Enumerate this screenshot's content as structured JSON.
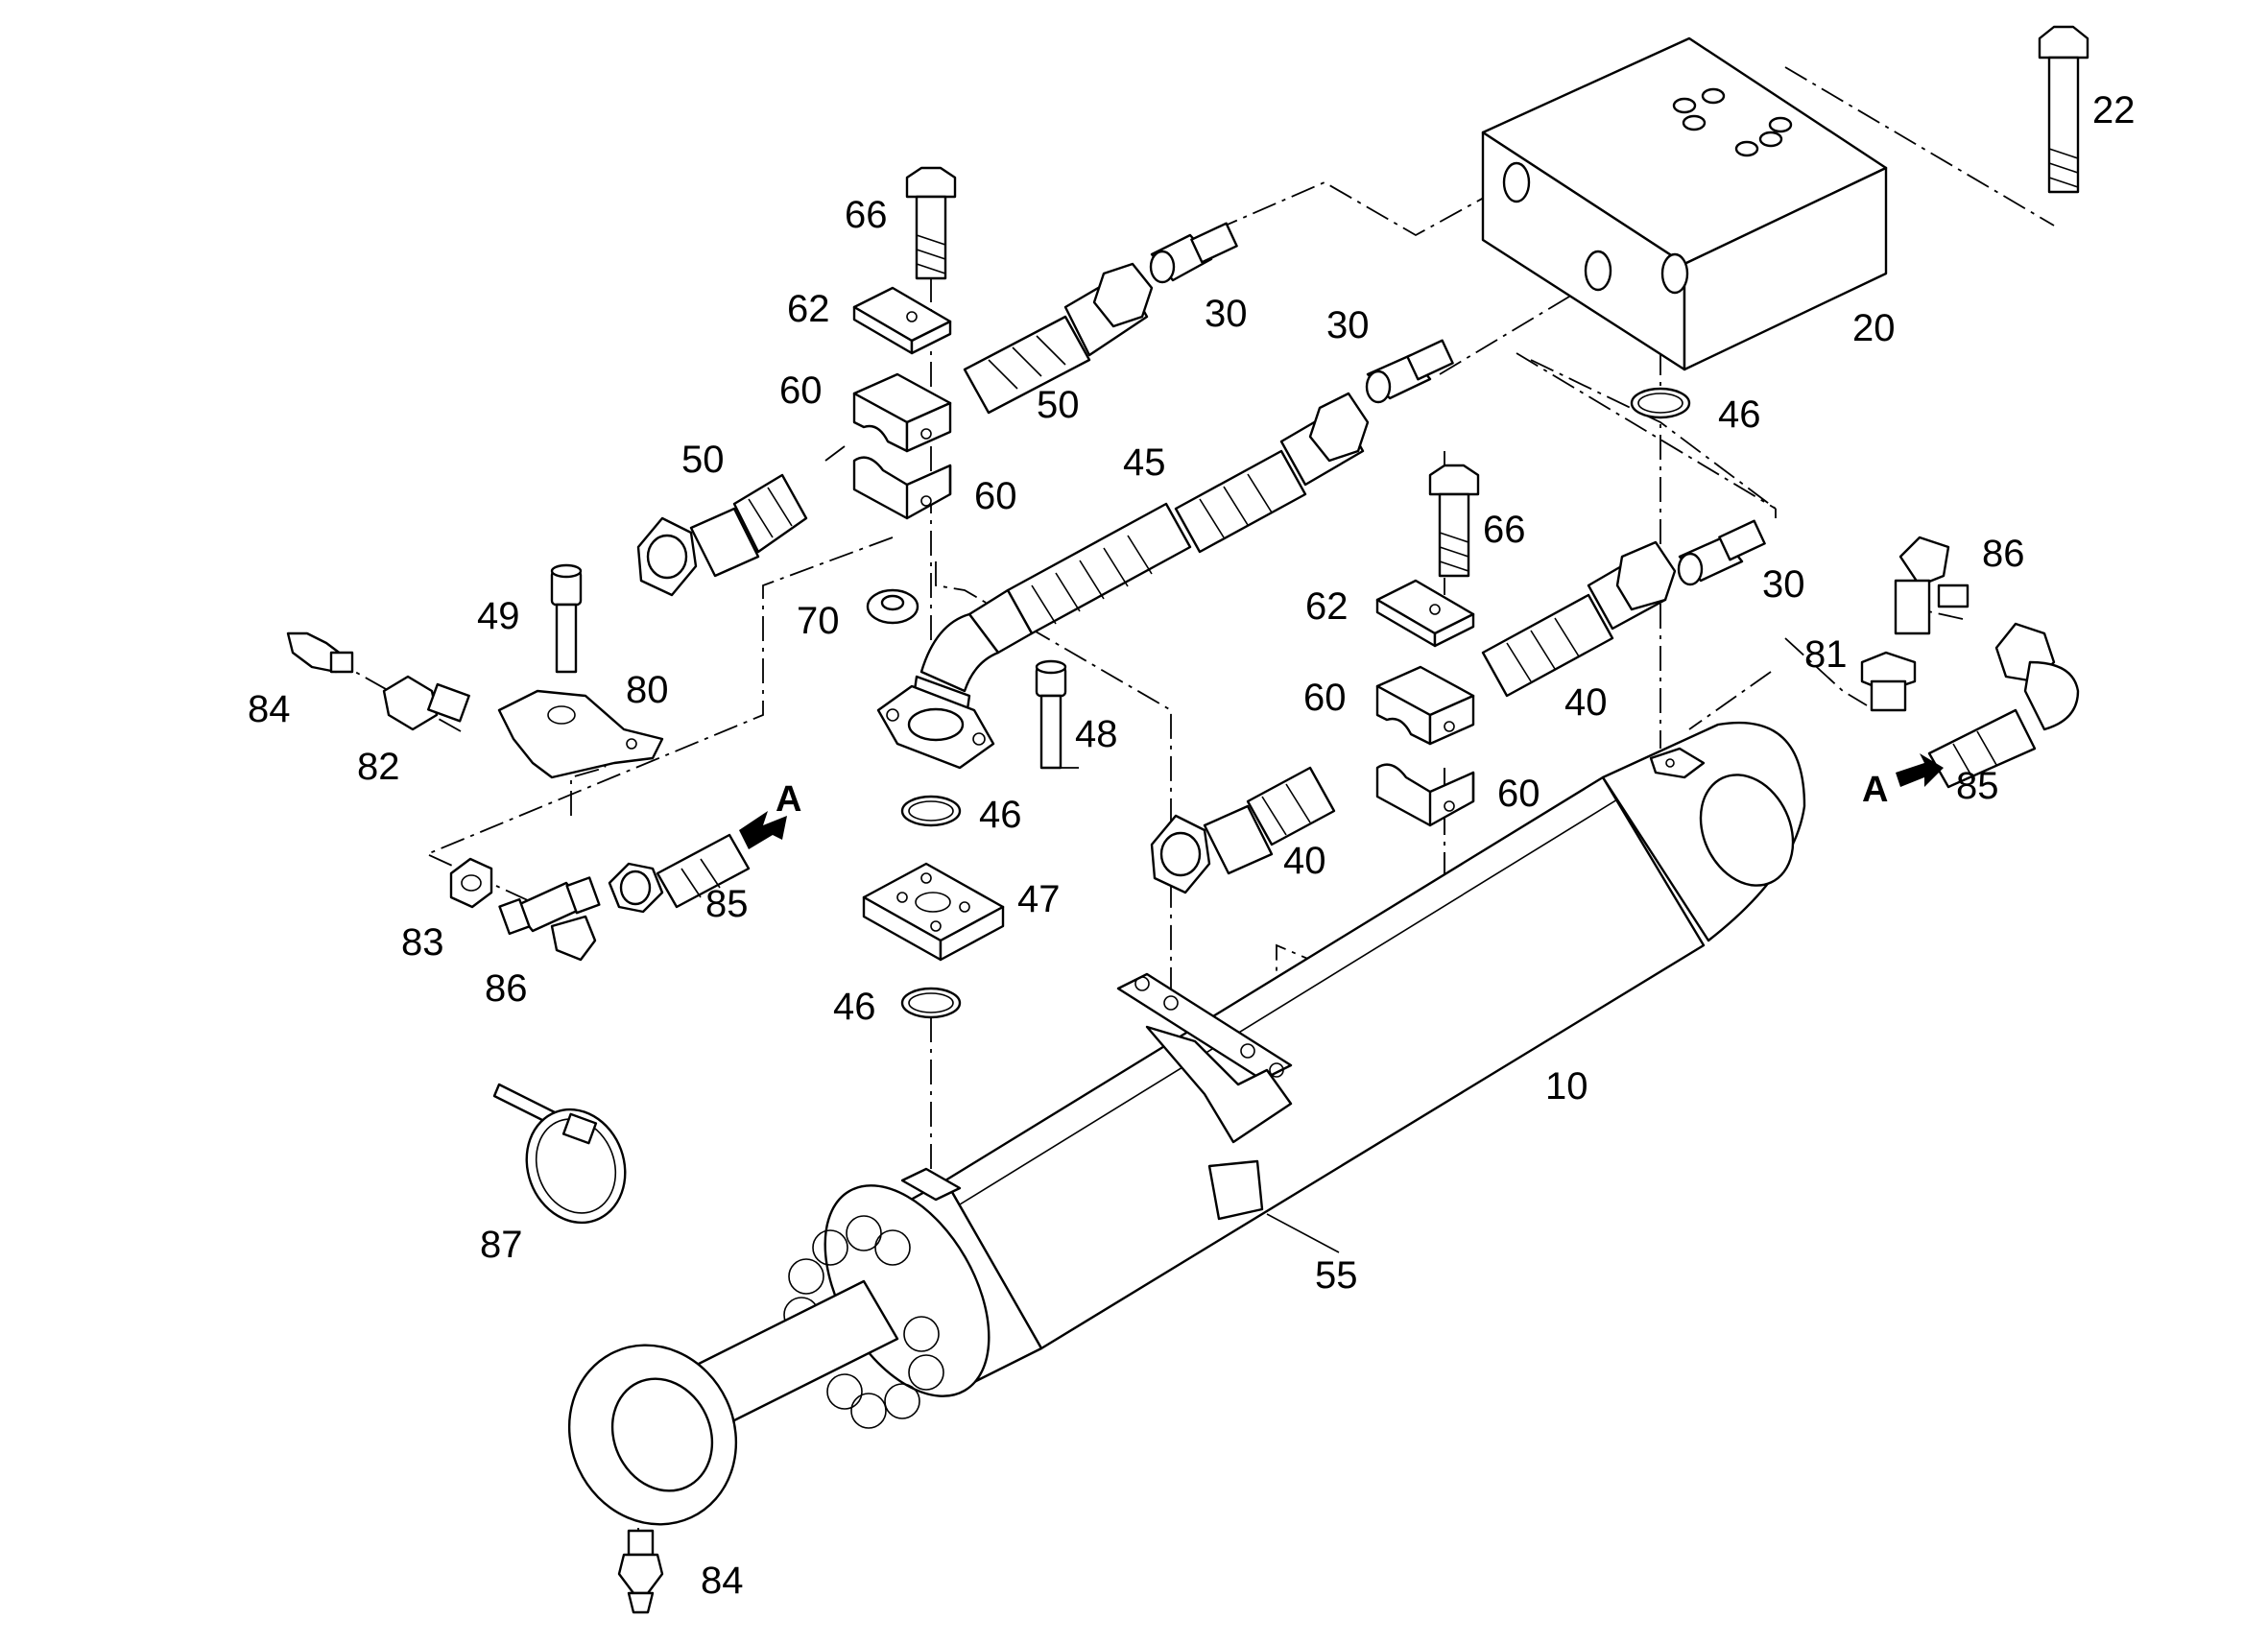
{
  "colors": {
    "ink": "#000000",
    "paper": "#ffffff"
  },
  "labels": {
    "p10": "10",
    "p20": "20",
    "p22": "22",
    "p30a": "30",
    "p30b": "30",
    "p30c": "30",
    "p40a": "40",
    "p40b": "40",
    "p45": "45",
    "p46a": "46",
    "p46b": "46",
    "p46c": "46",
    "p47": "47",
    "p48": "48",
    "p49": "49",
    "p50a": "50",
    "p50b": "50",
    "p55": "55",
    "p60a": "60",
    "p60b": "60",
    "p60c": "60",
    "p60d": "60",
    "p62a": "62",
    "p62b": "62",
    "p66a": "66",
    "p66b": "66",
    "p70": "70",
    "p80": "80",
    "p81": "81",
    "p82": "82",
    "p83": "83",
    "p84a": "84",
    "p84b": "84",
    "p85a": "85",
    "p85b": "85",
    "p86a": "86",
    "p86b": "86",
    "p87": "87",
    "arrowA1": "A",
    "arrowA2": "A"
  }
}
